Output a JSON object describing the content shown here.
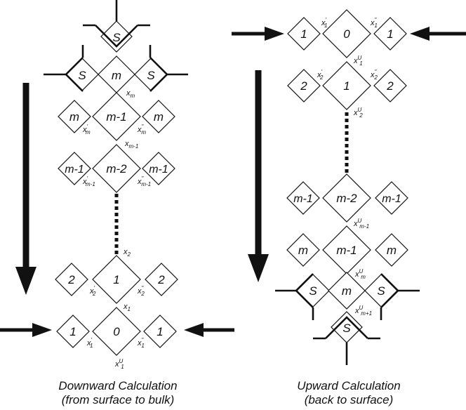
{
  "left_panel": {
    "caption_line1": "Downward Calculation",
    "caption_line2": "(from surface to bulk)",
    "surface_layers": {
      "top": "S",
      "left": "S",
      "center": "m",
      "right": "S"
    },
    "layers": [
      {
        "left": "m",
        "center": "m-1",
        "right": "m"
      },
      {
        "left": "m-1",
        "center": "m-2",
        "right": "m-1"
      },
      {
        "left": "2",
        "center": "1",
        "right": "2"
      },
      {
        "left": "1",
        "center": "0",
        "right": "1"
      }
    ],
    "labels": {
      "xm": "x",
      "xm_sub": "m",
      "xm_p": "x",
      "xm_p_sub": "m",
      "xm_p_sup": "'",
      "xm_pp": "x",
      "xm_pp_sub": "m",
      "xm_pp_sup": "\"",
      "xm1": "x",
      "xm1_sub": "m-1",
      "xm1_p": "x",
      "xm1_p_sub": "m-1",
      "xm1_p_sup": "'",
      "xm1_pp": "x",
      "xm1_pp_sub": "m-1",
      "xm1_pp_sup": "\"",
      "x2": "x",
      "x2_sub": "2",
      "x2_p": "x",
      "x2_p_sub": "2",
      "x2_p_sup": "'",
      "x2_pp": "x",
      "x2_pp_sub": "2",
      "x2_pp_sup": "\"",
      "x1": "x",
      "x1_sub": "1",
      "x1_p": "x",
      "x1_p_sub": "1",
      "x1_p_sup": "'",
      "x1_pp": "x",
      "x1_pp_sub": "1",
      "x1_pp_sup": "\"",
      "x1u": "x",
      "x1u_sub": "1",
      "x1u_sup": "U"
    }
  },
  "right_panel": {
    "caption_line1": "Upward Calculation",
    "caption_line2": "(back to surface)",
    "layers": [
      {
        "left": "1",
        "center": "0",
        "right": "1"
      },
      {
        "left": "2",
        "center": "1",
        "right": "2"
      },
      {
        "left": "m-1",
        "center": "m-2",
        "right": "m-1"
      },
      {
        "left": "m",
        "center": "m-1",
        "right": "m"
      }
    ],
    "surface_layers": {
      "left": "S",
      "center": "m",
      "right": "S",
      "bottom": "S"
    },
    "labels": {
      "x1_p": "x",
      "x1_p_sub": "1",
      "x1_p_sup": "'",
      "x1_pp": "x",
      "x1_pp_sub": "1",
      "x1_pp_sup": "\"",
      "x1u": "x",
      "x1u_sub": "1",
      "x1u_sup": "U",
      "x2_p": "x",
      "x2_p_sub": "2",
      "x2_p_sup": "'",
      "x2_pp": "x",
      "x2_pp_sub": "2",
      "x2_pp_sup": "\"",
      "x2u": "x",
      "x2u_sub": "2",
      "x2u_sup": "U",
      "xm1u": "x",
      "xm1u_sub": "m-1",
      "xm1u_sup": "U",
      "xmu": "x",
      "xmu_sub": "m",
      "xmu_sup": "U",
      "xm1pu": "x",
      "xm1pu_sub": "m+1",
      "xm1pu_sup": "U"
    }
  }
}
